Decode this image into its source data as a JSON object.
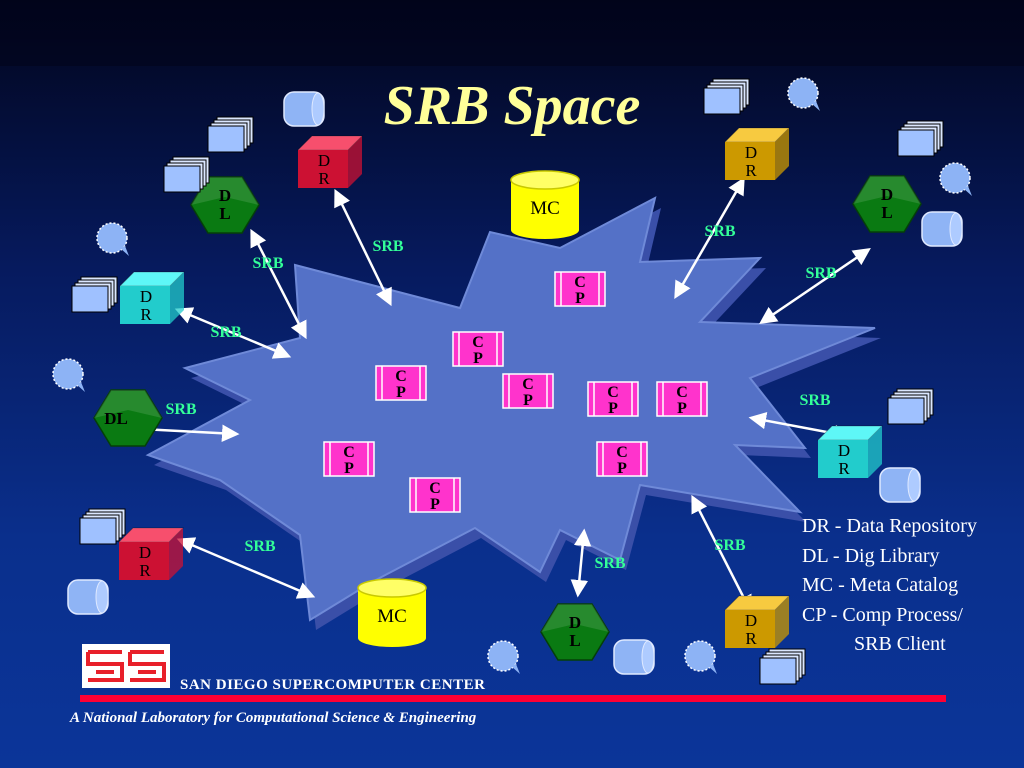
{
  "slide": {
    "title": "SRB Space",
    "organization": "SAN  DIEGO  SUPERCOMPUTER  CENTER",
    "tagline": "A National Laboratory for Computational Science & Engineering"
  },
  "colors": {
    "title": "#ffff99",
    "link_label": "#33ff99",
    "cloud_fill": "#5471c7",
    "dr_red": "#cc1133",
    "dr_cyan": "#22cccc",
    "dr_gold": "#cc9900",
    "dl_green": "#0a7a12",
    "mc_yellow": "#ffff00",
    "cp_magenta": "#ff33cc",
    "icon_blue": "#7fa8f0",
    "accent_bar": "#ff0033"
  },
  "legend": {
    "line1": "DR - Data Repository",
    "line2": "DL - Dig Library",
    "line3": "MC - Meta Catalog",
    "line4": "CP - Comp Process/",
    "line5": "SRB Client"
  },
  "diagram": {
    "link_label": "SRB",
    "mc_label": "MC",
    "cp_label": [
      "C",
      "P"
    ],
    "dr_label": [
      "D",
      "R"
    ],
    "dl_label": [
      "D",
      "L"
    ],
    "dl_inline_label": "DL"
  }
}
